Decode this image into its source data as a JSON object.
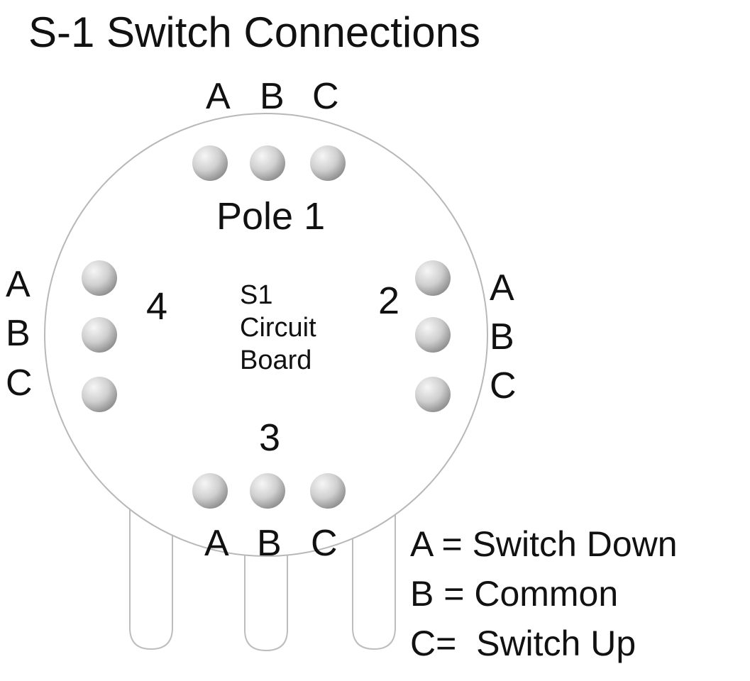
{
  "title": "S-1 Switch Connections",
  "board_label": [
    "S1",
    "Circuit",
    "Board"
  ],
  "poles": {
    "p1": {
      "label": "Pole 1",
      "terminals": [
        "A",
        "B",
        "C"
      ]
    },
    "p2": {
      "label": "2",
      "terminals": [
        "A",
        "B",
        "C"
      ]
    },
    "p3": {
      "label": "3",
      "terminals": [
        "A",
        "B",
        "C"
      ]
    },
    "p4": {
      "label": "4",
      "terminals": [
        "A",
        "B",
        "C"
      ]
    }
  },
  "legend": [
    "A = Switch Down",
    "B = Common",
    "C=  Switch Up"
  ],
  "colors": {
    "outline": "#b8b8b8",
    "pad_light": "#f4f4f4",
    "pad_dark": "#8e8e8e",
    "text": "#111111"
  }
}
